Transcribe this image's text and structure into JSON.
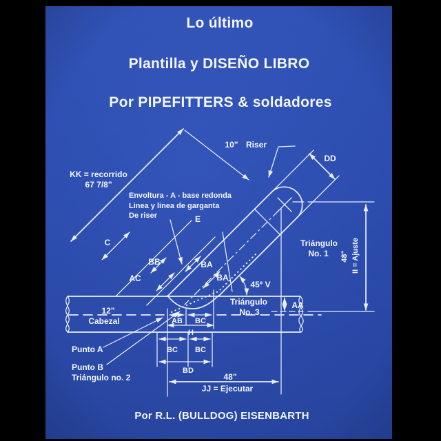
{
  "colors": {
    "background": "#000000",
    "cover_blue": "#2b4bad",
    "cover_blue_light": "#3c5fc7",
    "line_white": "#e9eefb"
  },
  "title": {
    "line1": "Lo último",
    "line2": "Plantilla y DISEÑO LIBRO",
    "line3": "Por PIPEFITTERS & soldadores"
  },
  "footer": "Por R.L. (BULLDOG) EISENBARTH",
  "diagram": {
    "kk": {
      "l1": "KK = recorrido",
      "l2": "67 7/8\""
    },
    "wrap_note": {
      "l1": "Envoltura - A - base redonda",
      "l2": "Linea y linea de garganta",
      "l3": "De riser"
    },
    "labels": {
      "e": "E",
      "c": "C",
      "riser_size": "10\"",
      "riser": "Riser",
      "dd": "DD",
      "bb": "BB",
      "ba_upper": "BA",
      "ba_lower": "BA",
      "ac": "AC",
      "angle": "45º V",
      "aa": "AA",
      "ab": "AB",
      "bc_row1": "BC",
      "h": "H",
      "bc_left": "BC",
      "bc_right": "BC",
      "bd": "BD"
    },
    "triangle1": {
      "l1": "Triángulo",
      "l2": "No. 1"
    },
    "triangle3": {
      "l1": "Triángulo",
      "l2": "No. 3"
    },
    "header_pipe": {
      "size": "12\"",
      "name": "Cabezal"
    },
    "points": {
      "a": "Punto A",
      "b": "Punto B",
      "triangle2": "Triángulo no. 2"
    },
    "dims": {
      "right_48": "48\"",
      "ajuste": "II = Ajuste",
      "bottom_48": "48\"",
      "ejecutar": "JJ = Ejecutar"
    }
  }
}
